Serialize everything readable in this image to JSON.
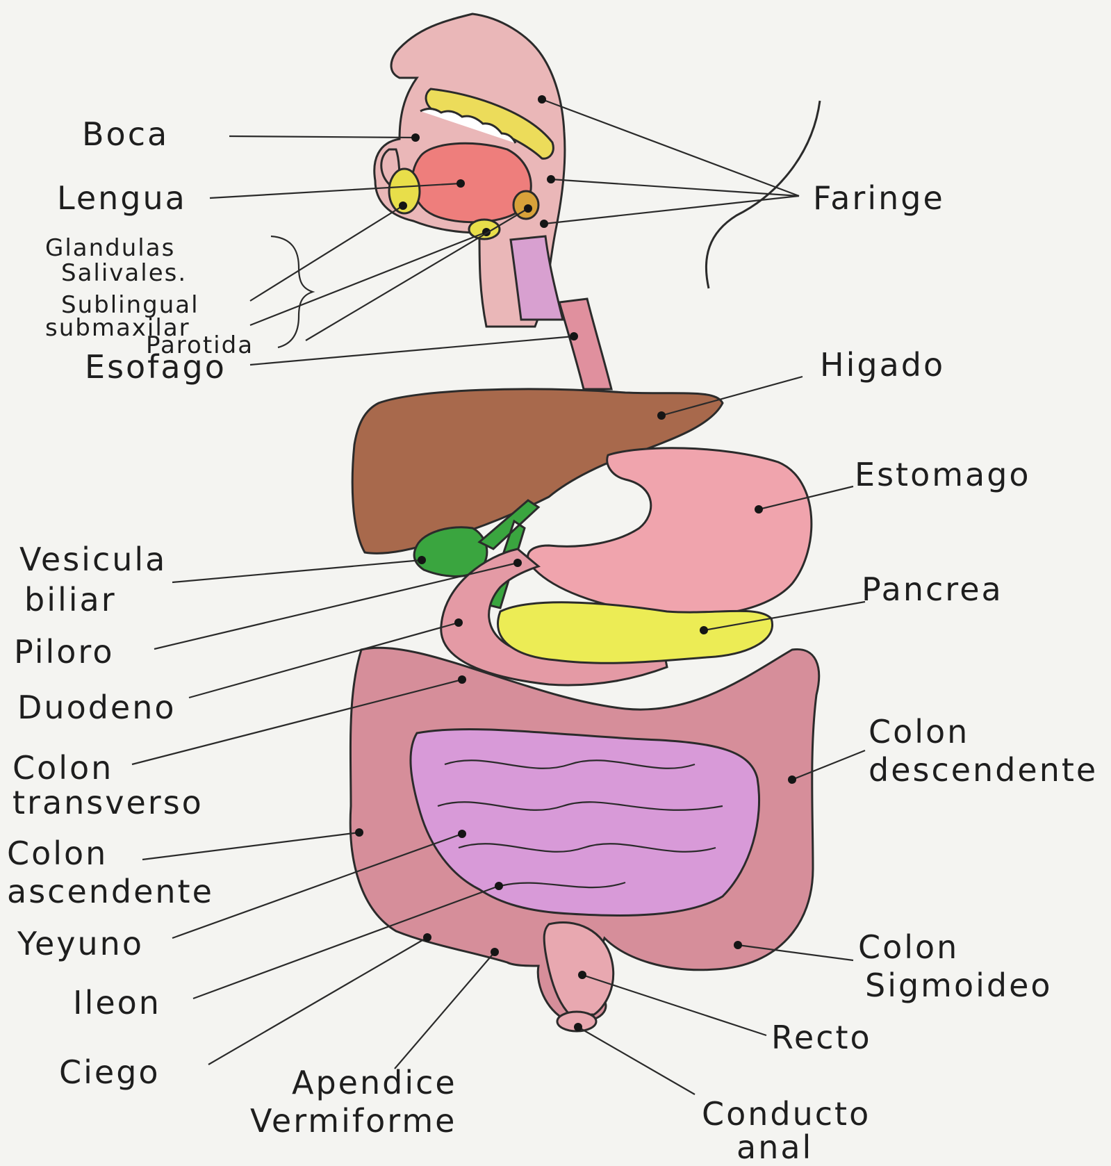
{
  "labels": {
    "boca": "Boca",
    "lengua": "Lengua",
    "glandulas_1": "Glandulas",
    "glandulas_2": "Salivales.",
    "sublingual": "Sublingual",
    "submaxilar": "submaxilar",
    "parotida": "Parotida",
    "esofago": "Esofago",
    "faringe": "Faringe",
    "higado": "Higado",
    "estomago": "Estomago",
    "vesicula_1": "Vesicula",
    "vesicula_2": "biliar",
    "pancrea": "Pancrea",
    "piloro": "Piloro",
    "duodeno": "Duodeno",
    "colon_transverso_1": "Colon",
    "colon_transverso_2": "transverso",
    "colon_descendente_1": "Colon",
    "colon_descendente_2": "descendente",
    "colon_ascendente_1": "Colon",
    "colon_ascendente_2": "ascendente",
    "yeyuno": "Yeyuno",
    "ileon": "Ileon",
    "colon_sigmoideo_1": "Colon",
    "colon_sigmoideo_2": "Sigmoideo",
    "recto": "Recto",
    "ciego": "Ciego",
    "apendice_1": "Apendice",
    "apendice_2": "Vermiforme",
    "conducto_1": "Conducto",
    "conducto_2": "anal"
  },
  "colors": {
    "paper": "#f4f4f1",
    "head_pink": "#eab7b8",
    "tongue_red": "#ee7e7c",
    "gland_yellow": "#e8de4a",
    "liver_brown": "#a8694c",
    "stomach_pink": "#f0a4ad",
    "gallbladder_green": "#3aa53f",
    "pancreas_yellow": "#ecec55",
    "intestine_pink": "#d68e9a",
    "small_intestine_purple": "#d89ad8",
    "esophagus": "#e0909e"
  }
}
